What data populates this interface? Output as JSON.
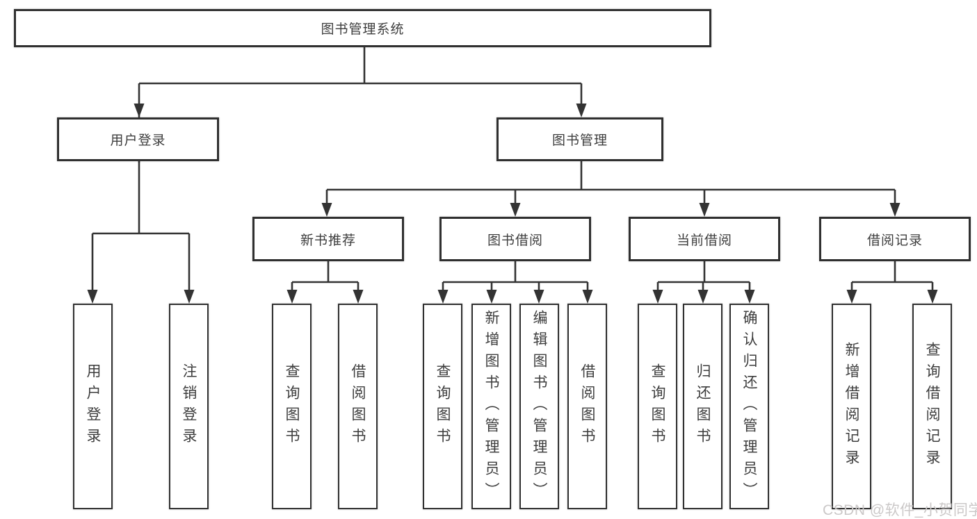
{
  "diagram": {
    "root": {
      "label": "图书管理系统"
    },
    "user_login": {
      "label": "用户登录",
      "children": [
        {
          "label": "用户登录"
        },
        {
          "label": "注销登录"
        }
      ]
    },
    "book_management": {
      "label": "图书管理",
      "modules": [
        {
          "label": "新书推荐",
          "children": [
            {
              "label": "查询图书"
            },
            {
              "label": "借阅图书"
            }
          ]
        },
        {
          "label": "图书借阅",
          "children": [
            {
              "label": "查询图书"
            },
            {
              "label": "新增图书（管理员）"
            },
            {
              "label": "编辑图书（管理员）"
            },
            {
              "label": "借阅图书"
            }
          ]
        },
        {
          "label": "当前借阅",
          "children": [
            {
              "label": "查询图书"
            },
            {
              "label": "归还图书"
            },
            {
              "label": "确认归还（管理员）"
            }
          ]
        },
        {
          "label": "借阅记录",
          "children": [
            {
              "label": "新增借阅记录"
            },
            {
              "label": "查询借阅记录"
            }
          ]
        }
      ]
    }
  },
  "watermark": {
    "label": "CSDN @软件_小贺同学"
  },
  "colors": {
    "line": "#333333",
    "text": "#3d3d3d",
    "box_border": "#303030",
    "box_background": "#ffffff",
    "watermark": "#cbc8c8",
    "page_background": "#ffffff"
  }
}
